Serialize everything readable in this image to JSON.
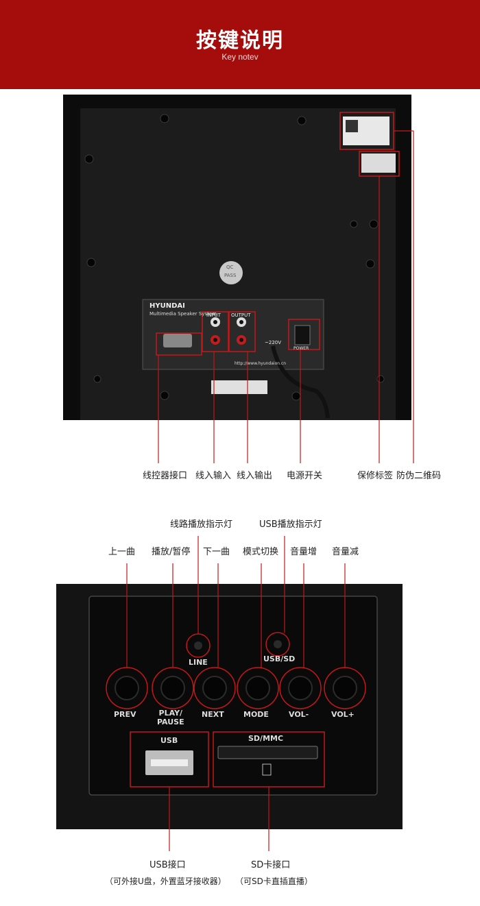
{
  "header": {
    "title": "按键说明",
    "subtitle": "Key notev"
  },
  "rear_panel": {
    "brand": "HYUNDAI",
    "model_line": "Multimedia Speaker System",
    "qc_badge_top": "QC",
    "qc_badge_bottom": "PASS",
    "input_label": "INPUT",
    "output_label": "OUTPUT",
    "power_label": "POWER",
    "voltage_text": "~220V",
    "url_text": "http://www.hyundaion.cn",
    "callouts": [
      "线控器接口",
      "线入输入",
      "线入输出",
      "电源开关",
      "保修标签",
      "防伪二维码"
    ]
  },
  "front_panel": {
    "top_callouts": {
      "line_indicator": "线路播放指示灯",
      "usb_indicator": "USB播放指示灯"
    },
    "button_callouts": [
      "上一曲",
      "播放/暂停",
      "下一曲",
      "模式切换",
      "音量增",
      "音量减"
    ],
    "button_labels": [
      "PREV",
      "PLAY/\nPAUSE",
      "NEXT",
      "MODE",
      "VOL-",
      "VOL+"
    ],
    "indicator_labels": {
      "line": "LINE",
      "usb_sd": "USB/SD"
    },
    "port_labels": {
      "usb": "USB",
      "sdmmc": "SD/MMC"
    },
    "bottom_callouts": {
      "usb_port": "USB接口",
      "usb_note": "（可外接U盘，外置蓝牙接收器）",
      "sd_port": "SD卡接口",
      "sd_note": "（可SD卡直插直播）"
    }
  },
  "colors": {
    "banner": "#a50d0d",
    "callout_line": "#c41818",
    "speaker_body": "#111111"
  }
}
